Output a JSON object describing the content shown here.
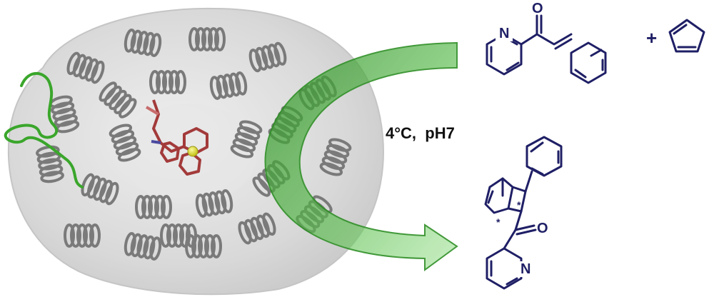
{
  "reaction": {
    "conditions": "4°C,  pH7",
    "plus_sign": "+",
    "stereo_marker": "*"
  },
  "atoms": {
    "nitrogen": "N",
    "oxygen": "O"
  },
  "colors": {
    "protein_surface": "#d9d9d9",
    "helix": "#7a7a7a",
    "loop_highlight": "#3aa62b",
    "cofactor": "#a33a3a",
    "metal_ion": "#d8d62a",
    "arrow": "#39a12e",
    "molecule": "#1f1f66"
  }
}
